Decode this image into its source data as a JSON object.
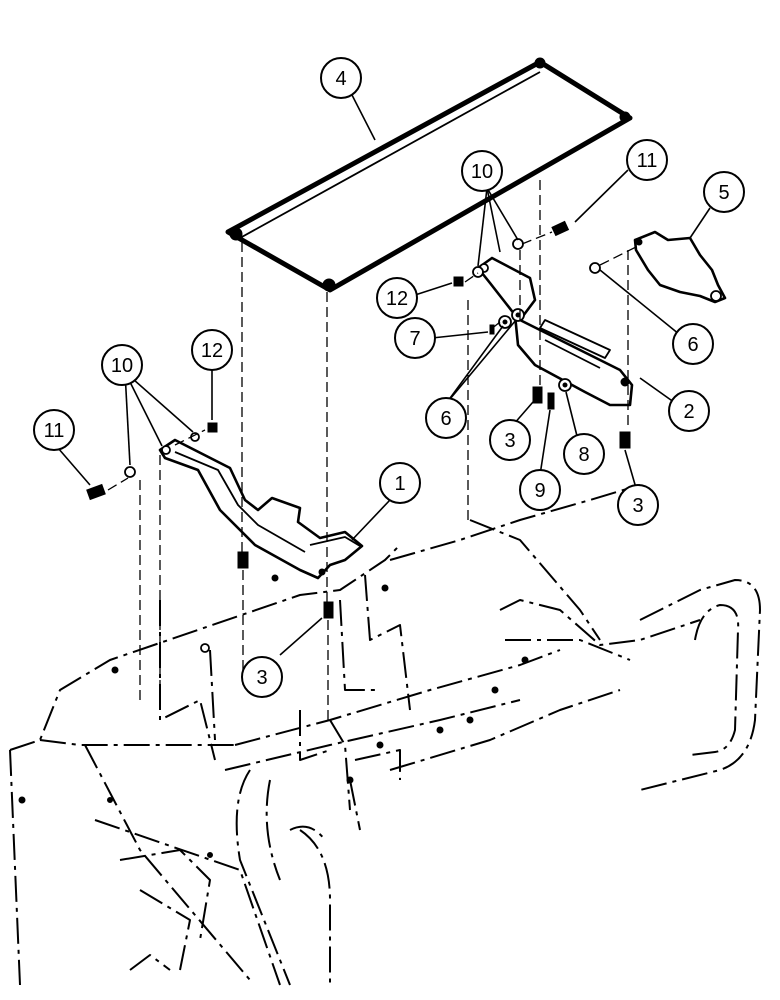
{
  "callouts": [
    {
      "id": "callout-4",
      "label": "4"
    },
    {
      "id": "callout-10-right",
      "label": "10"
    },
    {
      "id": "callout-11-right",
      "label": "11"
    },
    {
      "id": "callout-5",
      "label": "5"
    },
    {
      "id": "callout-12-right",
      "label": "12"
    },
    {
      "id": "callout-7",
      "label": "7"
    },
    {
      "id": "callout-6-right",
      "label": "6"
    },
    {
      "id": "callout-6-left",
      "label": "6"
    },
    {
      "id": "callout-2",
      "label": "2"
    },
    {
      "id": "callout-3-a",
      "label": "3"
    },
    {
      "id": "callout-8",
      "label": "8"
    },
    {
      "id": "callout-9",
      "label": "9"
    },
    {
      "id": "callout-3-b",
      "label": "3"
    },
    {
      "id": "callout-10-left",
      "label": "10"
    },
    {
      "id": "callout-12-left",
      "label": "12"
    },
    {
      "id": "callout-11-left",
      "label": "11"
    },
    {
      "id": "callout-1",
      "label": "1"
    },
    {
      "id": "callout-3-c",
      "label": "3"
    }
  ],
  "colors": {
    "ink": "#000000",
    "paper": "#ffffff"
  }
}
